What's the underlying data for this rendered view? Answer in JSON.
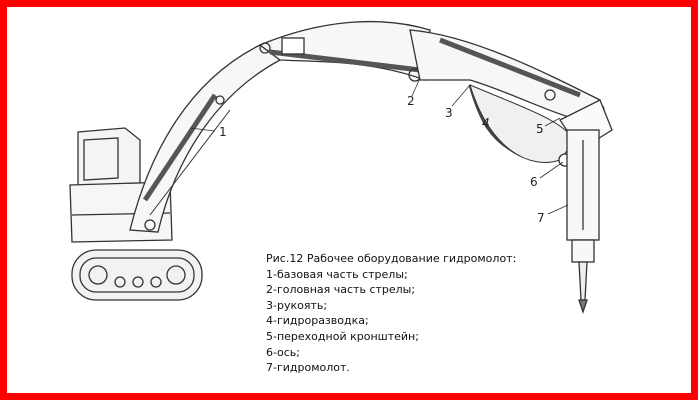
{
  "callouts": [
    "1",
    "2",
    "3",
    "4",
    "5",
    "6",
    "7"
  ],
  "caption": {
    "title": "Рис.12 Рабочее оборудование гидромолот:",
    "items": [
      "1-базовая часть стрелы;",
      "2-головная часть стрелы;",
      "3-рукоять;",
      "4-гидроразводка;",
      "5-переходной кронштейн;",
      "6-ось;",
      "7-гидромолот."
    ]
  },
  "colors": {
    "border": "#ff0000",
    "ink": "#333333"
  }
}
